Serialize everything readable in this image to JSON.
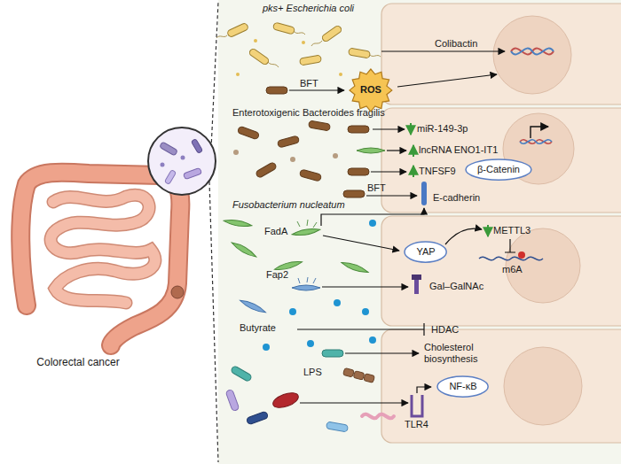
{
  "diagram": {
    "nodes": [
      {
        "text": [
          "ROS"
        ]
      },
      {
        "text": [
          "β-Catenin"
        ]
      },
      {
        "text": [
          "YAP"
        ]
      },
      {
        "text": [
          "NF-κB"
        ]
      }
    ],
    "labels": [
      "Colorectal cancer",
      "pks+ Escherichia coli",
      "Colibactin",
      "BFT",
      "Enterotoxigenic Bacteroides fragilis",
      "miR-149-3p",
      "lncRNA ENO1-IT1",
      "TNFSF9",
      "BFT",
      "E-cadherin",
      "Fusobacterium nucleatum",
      "FadA",
      "METTL3",
      "m6A",
      "Fap2",
      "Gal–GalNAc",
      "Butyrate",
      "HDAC",
      "Cholesterol biosynthesis",
      "LPS",
      "TLR4"
    ]
  }
}
